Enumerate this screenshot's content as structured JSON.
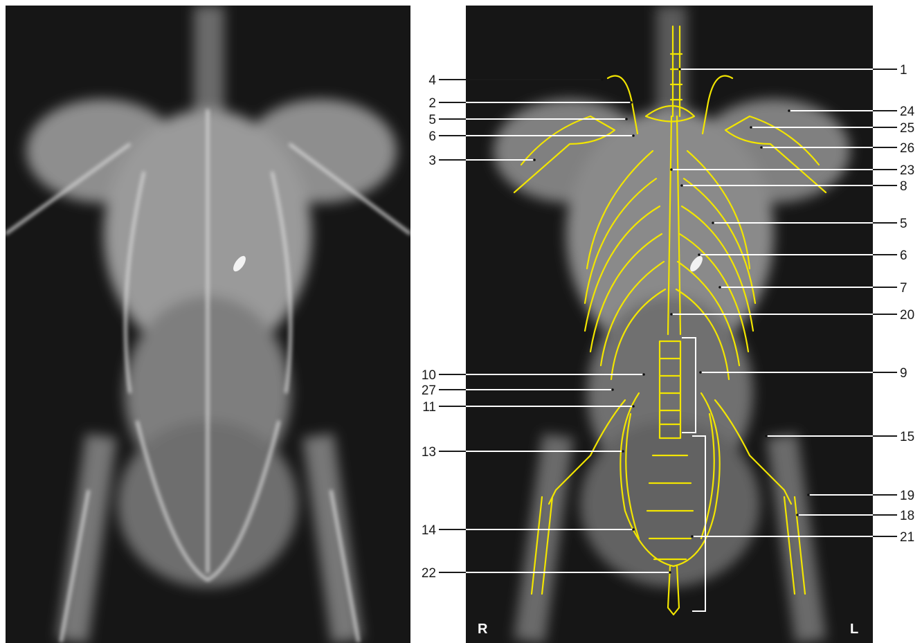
{
  "figure": {
    "orientation_labels": {
      "right": "R",
      "left": "L"
    },
    "overlay_color": "#f2e500",
    "leader_line_color": "#ffffff",
    "label_color": "#1a1a1a"
  },
  "callouts_left": [
    "4",
    "2",
    "5",
    "6",
    "3",
    "10",
    "27",
    "11",
    "13",
    "14",
    "22"
  ],
  "callouts_right": [
    "1",
    "24",
    "25",
    "26",
    "23",
    "8",
    "5",
    "6",
    "7",
    "20",
    "9",
    "15",
    "19",
    "18",
    "21"
  ]
}
